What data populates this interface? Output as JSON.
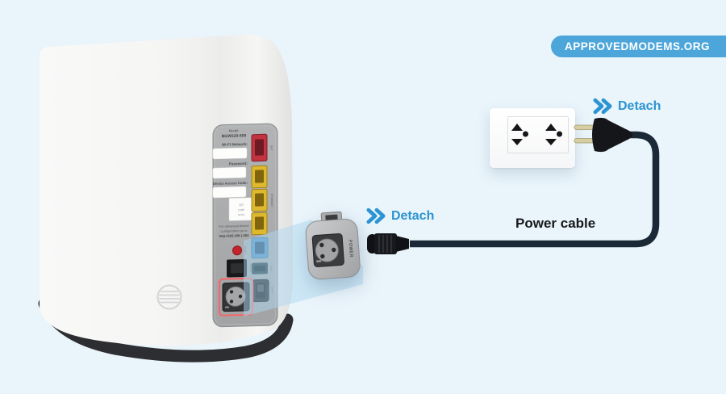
{
  "badge": {
    "label": "APPROVEDMODEMS.ORG"
  },
  "annotations": {
    "detach_power": "Detach",
    "detach_outlet": "Detach",
    "power_cable_label": "Power cable"
  },
  "router": {
    "panel": {
      "model_label": "Model:",
      "model_value": "BGW320-500",
      "wifi_label": "Wi-Fi Network:",
      "password_label": "Password:",
      "device_access_label": "Device Access Code:",
      "qr_lines": [
        "QR",
        "code",
        "area"
      ],
      "advanced_lines": [
        "For advanced device",
        "configuration go to",
        "http://192.168.1.254"
      ],
      "port_labels": {
        "ont": "ONT",
        "ethernet": "ETHERNET",
        "reset": "RESET",
        "phone": "PHONE",
        "usb": "USB",
        "onoff": "ON/OFF",
        "power": "POWER"
      }
    }
  },
  "callout": {
    "power_label": "POWER"
  },
  "colors": {
    "background": "#e9f4fb",
    "badge_blue": "#4da6da",
    "accent_blue": "#2b94d1",
    "cable_dark": "#1b2836",
    "highlight_red": "#f2696b"
  }
}
